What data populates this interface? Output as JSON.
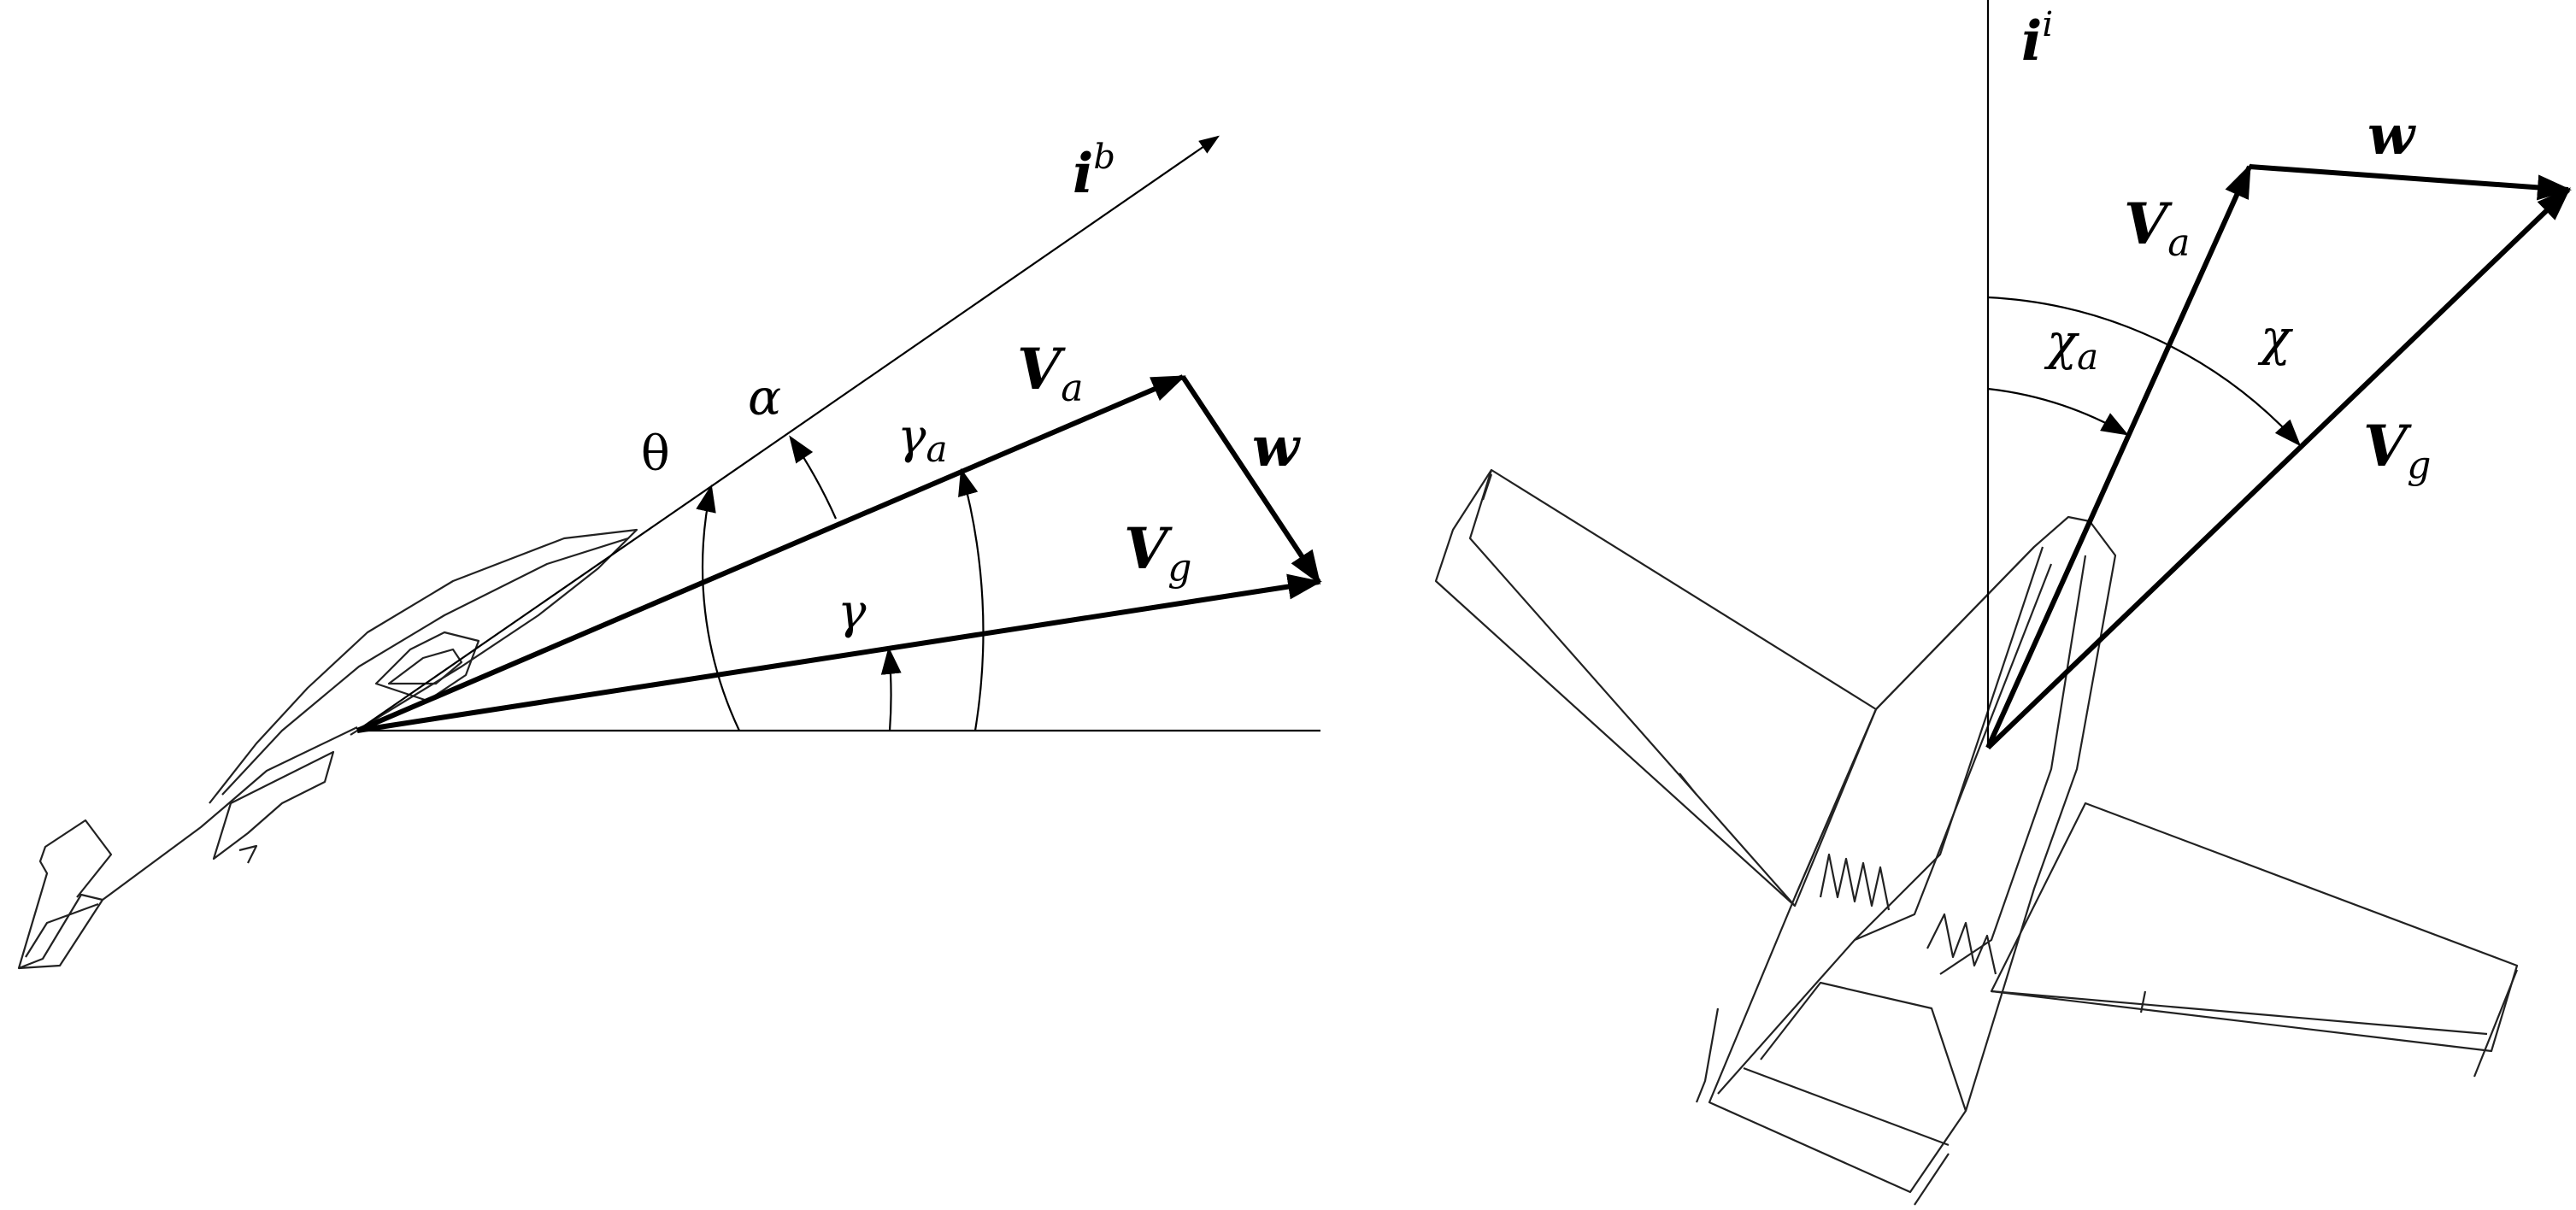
{
  "side_view": {
    "labels": {
      "body_axis": "i",
      "body_axis_sup": "b",
      "theta": "θ",
      "alpha": "α",
      "gamma_a": "γ",
      "gamma_a_sub": "a",
      "gamma": "γ",
      "airspeed": "V",
      "airspeed_sub": "a",
      "wind": "w",
      "groundspeed": "V",
      "groundspeed_sub": "g"
    }
  },
  "top_view": {
    "labels": {
      "inertial_axis": "i",
      "inertial_axis_sup": "i",
      "airspeed": "V",
      "airspeed_sub": "a",
      "wind": "w",
      "chi_a": "χ",
      "chi_a_sub": "a",
      "chi": "χ",
      "groundspeed": "V",
      "groundspeed_sub": "g"
    }
  }
}
